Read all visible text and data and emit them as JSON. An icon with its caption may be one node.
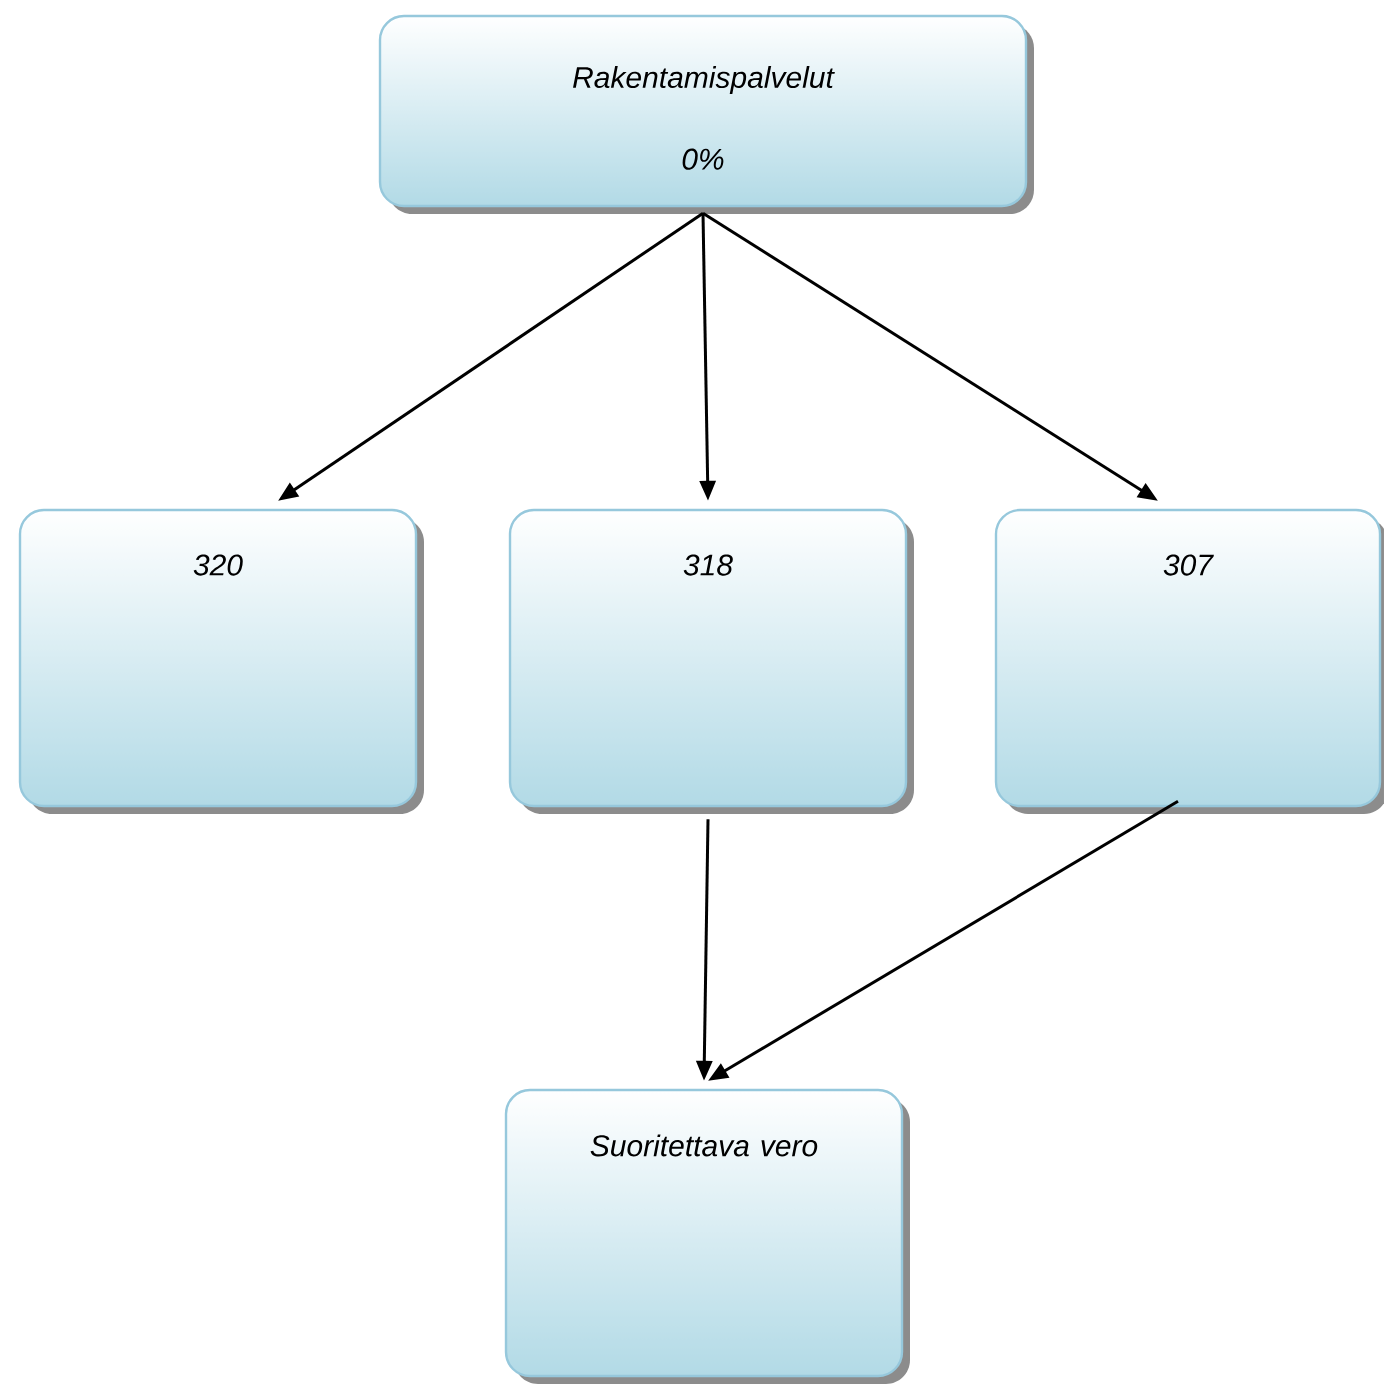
{
  "diagram": {
    "nodes": [
      {
        "text": [
          "Rakentamispalvelut",
          "0%"
        ]
      },
      {
        "text": [
          "320"
        ]
      },
      {
        "text": [
          "318"
        ]
      },
      {
        "text": [
          "307"
        ]
      },
      {
        "text": [
          "Suoritettava vero"
        ]
      }
    ],
    "edges": [
      {
        "from": 0,
        "to": 1,
        "arrow": "to"
      },
      {
        "from": 0,
        "to": 2,
        "arrow": "to"
      },
      {
        "from": 0,
        "to": 3,
        "arrow": "to"
      },
      {
        "from": 2,
        "to": 4,
        "arrow": "to"
      },
      {
        "from": 3,
        "to": 4,
        "arrow": "to"
      }
    ]
  }
}
